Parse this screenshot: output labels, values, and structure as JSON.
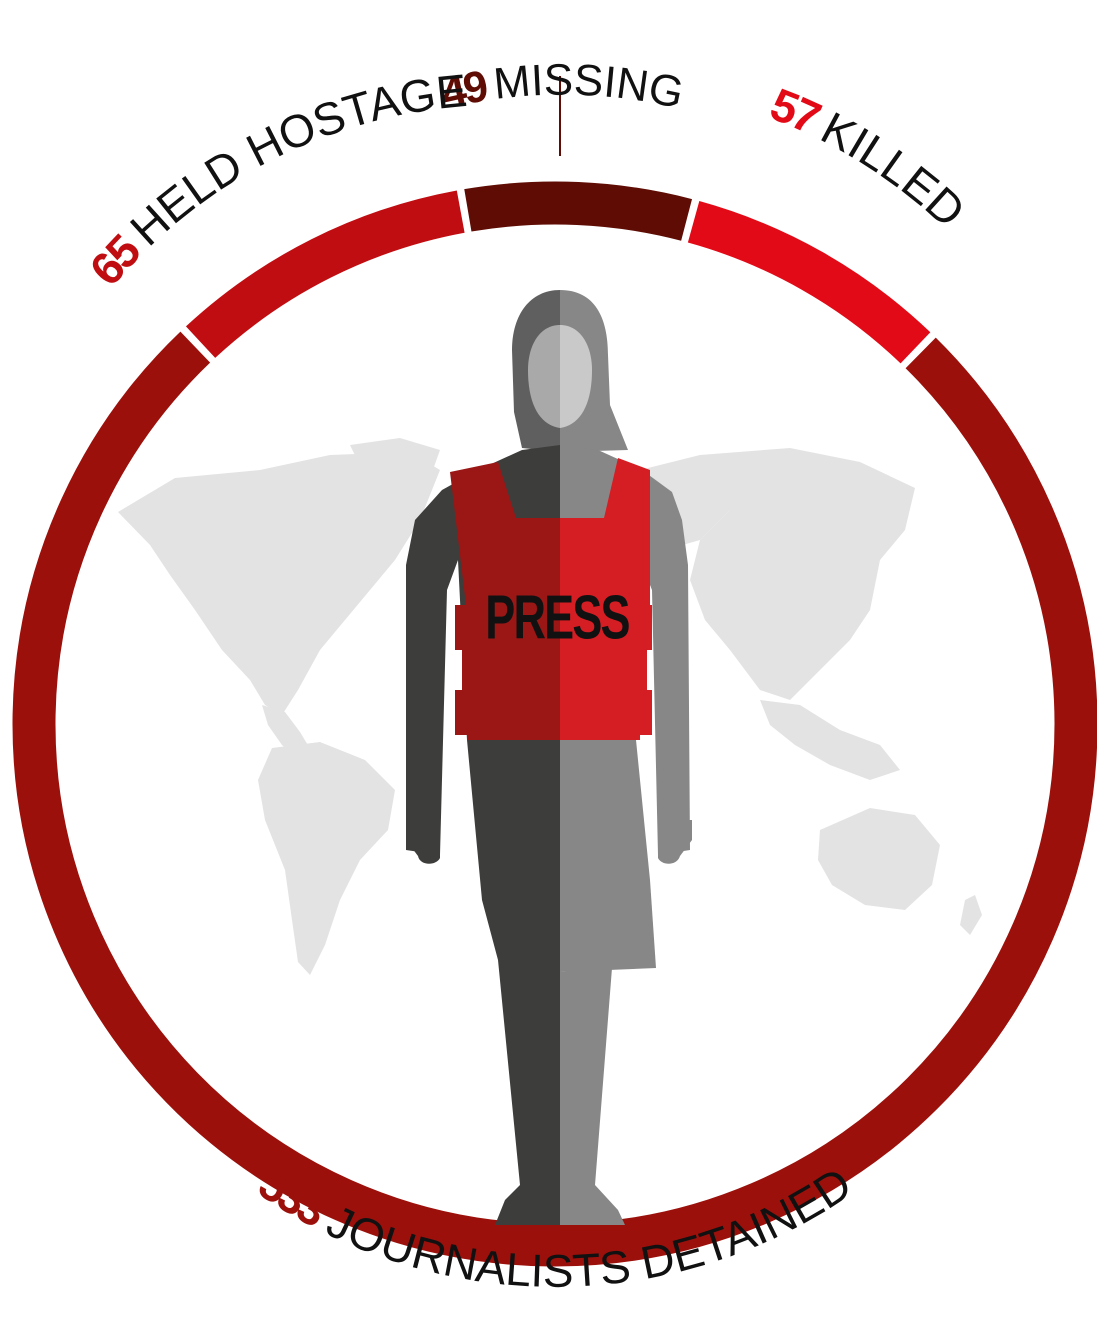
{
  "chart_data": {
    "type": "pie",
    "style": "donut",
    "categories": [
      "Missing",
      "Killed",
      "Journalists detained",
      "Held hostage"
    ],
    "values": [
      49,
      57,
      533,
      65
    ],
    "segments": [
      {
        "value": "49",
        "label": "MISSING",
        "color": "#5e0c04"
      },
      {
        "value": "57",
        "label": "KILLED",
        "color": "#e30a17"
      },
      {
        "value": "533",
        "label": "JOURNALISTS DETAINED",
        "color": "#9b100b"
      },
      {
        "value": "65",
        "label": "HELD HOSTAGE",
        "color": "#c00d11"
      }
    ]
  },
  "figure": {
    "vest_text": "PRESS",
    "colors": {
      "vest_dark": "#9a1716",
      "vest_light": "#d51d24",
      "body_dark": "#3d3d3b",
      "body_light": "#878787",
      "head_dark": "#5f5f5f",
      "head_light": "#a9a9a9",
      "map": "#e3e3e3"
    }
  }
}
